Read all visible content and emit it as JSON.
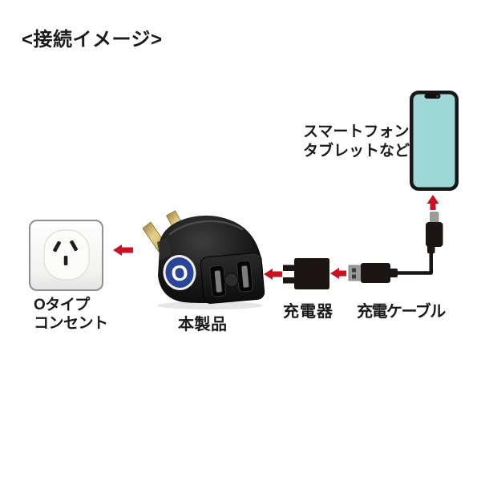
{
  "title": "<接続イメージ>",
  "device": {
    "line1": "スマートフォン",
    "line2": "タブレットなど"
  },
  "outlet": {
    "line1": "Oタイプ",
    "line2": "コンセント"
  },
  "product": {
    "label": "本製品",
    "badge_letter": "O"
  },
  "charger": {
    "label": "充電器"
  },
  "cable": {
    "label": "充電ケーブル"
  },
  "colors": {
    "arrow_red": "#cc1123",
    "phone_screen": "#9ed8d6",
    "badge_blue": "#2b4696",
    "prong_gold": "#d2b054",
    "connector_gray": "#9b9b9b",
    "device_black": "#1b1613",
    "text_black": "#1a1a1a"
  }
}
